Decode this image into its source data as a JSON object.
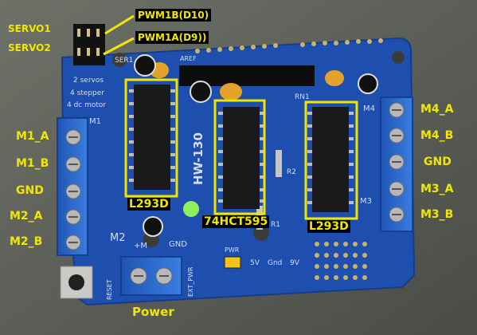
{
  "labels": {
    "servo1": "SERVO1",
    "servo2": "SERVO2",
    "pwm1b": "PWM1B(D10)",
    "pwm1a": "PWM1A(D9))",
    "m1a": "M1_A",
    "m1b": "M1_B",
    "gnd_left": "GND",
    "m2a": "M2_A",
    "m2b": "M2_B",
    "m4a": "M4_A",
    "m4b": "M4_B",
    "gnd_right": "GND",
    "m3a": "M3_A",
    "m3b": "M3_B",
    "chip_left": "L293D",
    "chip_mid": "74HCT595",
    "chip_right": "L293D",
    "power": "Power"
  },
  "board_silkscreen": {
    "model": "HW-130",
    "servo": "SER1",
    "line1": "2 servos",
    "line2": "4 stepper",
    "line3": "4 dc motor",
    "rn1": "RN1",
    "r2": "R2",
    "r1": "R1",
    "m1": "M1",
    "m2": "M2",
    "m3": "M3",
    "m4": "M4",
    "gnd": "GND",
    "plus_m": "+M",
    "reset": "RESET",
    "ext_pwr": "EXT_PWR",
    "pwr": "PWR",
    "v5": "5V",
    "gnd2": "Gnd",
    "v9": "9V",
    "aref": "AREF"
  },
  "colors": {
    "highlight": "#f2e600",
    "board": "#1f4fae",
    "terminal": "#2867c8",
    "background": "#5b5f58"
  }
}
